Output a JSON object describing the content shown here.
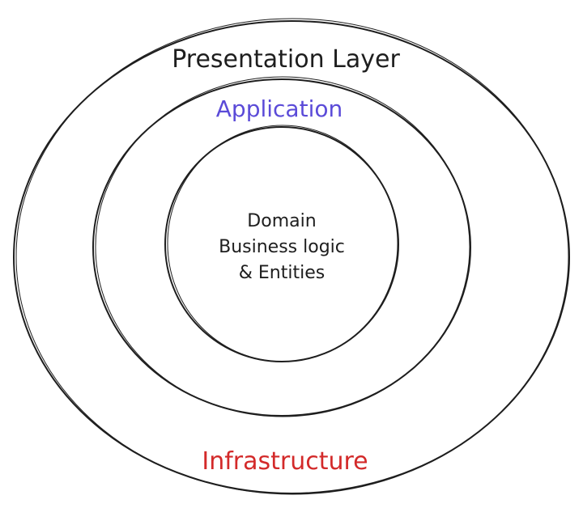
{
  "labels": {
    "presentation": "Presentation Layer",
    "application": "Application",
    "domain_line1": "Domain",
    "domain_line2": "Business logic",
    "domain_line3": "& Entities",
    "infrastructure": "Infrastructure"
  },
  "colors": {
    "application": "#5b4bd8",
    "infrastructure": "#d32a2a",
    "stroke": "#1e1e1e"
  }
}
